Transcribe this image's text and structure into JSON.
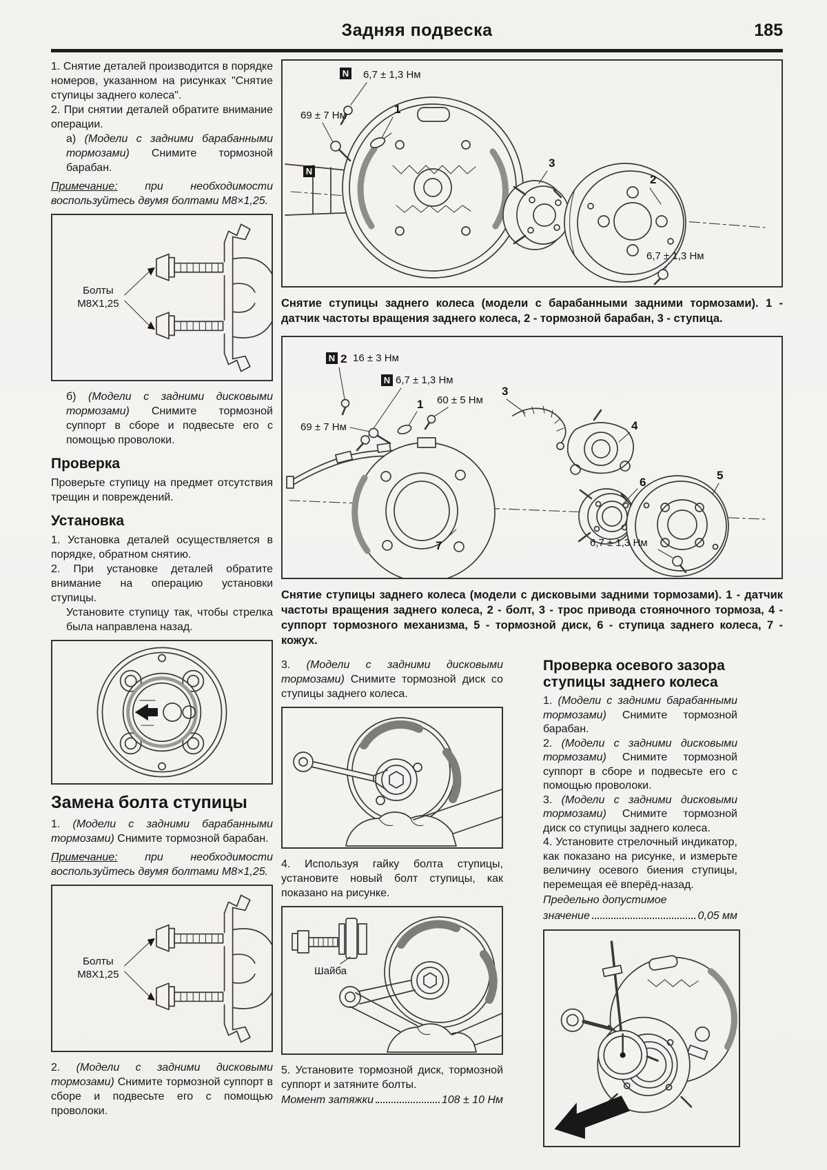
{
  "page": {
    "title": "Задняя подвеска",
    "number": "185"
  },
  "fig_bolts": {
    "line1": "Болты",
    "line2": "М8Х1,25"
  },
  "left": {
    "s1": "1. Снятие деталей производится в порядке номеров, указанном на рисунках \"Снятие ступицы заднего колеса\".",
    "s2": "2. При снятии деталей обратите внимание операции.",
    "s2a": {
      "pre": "а)",
      "it": "(Модели с задними барабанными тормозами)",
      "rest": "Снимите тормозной барабан."
    },
    "note": {
      "label": "Примечание:",
      "text": "при необходимости воспользуйтесь двумя болтами М8×1,25."
    },
    "s2b": {
      "pre": "б)",
      "it": "(Модели с задними дисковыми тормозами)",
      "rest": "Снимите тормозной суппорт в сборе и подвесьте его с помощью проволоки."
    },
    "check_h": "Проверка",
    "check_t": "Проверьте ступицу на предмет отсутствия трещин и повреждений.",
    "inst_h": "Установка",
    "inst_1": "1. Установка деталей осуществляется в порядке, обратном снятию.",
    "inst_2": "2. При установке деталей обратите внимание на операцию установки ступицы.",
    "inst_3": "Установите ступицу так, чтобы стрелка была направлена назад.",
    "repl_h": "Замена болта ступицы",
    "repl_1": {
      "pre": "1.",
      "it": "(Модели с задними барабанными тормозами)",
      "rest": "Снимите тормозной барабан."
    },
    "repl_2": {
      "pre": "2.",
      "it": "(Модели с задними дисковыми тормозами)",
      "rest": "Снимите тормозной суппорт в сборе и подвесьте его с помощью проволоки."
    }
  },
  "fig_drum": {
    "n": "N",
    "t_top": "6,7 ± 1,3 Нм",
    "t_left": "69 ± 7 Нм",
    "t_br": "6,7 ± 1,3 Нм",
    "c1": "1",
    "c2": "2",
    "c3": "3",
    "caption": "Снятие ступицы заднего колеса (модели с барабанными задними тормозами). 1 - датчик частоты вращения заднего колеса, 2 - тормозной барабан, 3 - ступица."
  },
  "fig_disc": {
    "n": "N",
    "t16": "16 ± 3 Нм",
    "t67a": "6,7 ± 1,3 Нм",
    "t60": "60 ± 5 Нм",
    "t69": "69 ± 7 Нм",
    "t67b": "6,7 ± 1,3 Нм",
    "c1": "1",
    "c2": "2",
    "c3": "3",
    "c4": "4",
    "c5": "5",
    "c6": "6",
    "c7": "7",
    "caption": "Снятие ступицы заднего колеса (модели с дисковыми задними тормозами). 1 - датчик частоты вращения заднего колеса, 2 - болт, 3 - трос привода стояночного тормоза, 4 - суппорт тормозного механизма, 5 - тормозной диск, 6 - ступица заднего колеса, 7 - кожух."
  },
  "mid": {
    "s3": {
      "pre": "3.",
      "it": "(Модели с задними дисковыми тормозами)",
      "rest": "Снимите тормозной диск со ступицы заднего колеса."
    },
    "s4": "4. Используя гайку болта ступицы, установите новый болт ступицы, как показано на рисунке.",
    "washer": "Шайба",
    "s5": "5. Установите тормозной диск, тормозной суппорт и затяните болты.",
    "torque_label": "Момент затяжки",
    "torque_value": "108 ± 10 Нм"
  },
  "right": {
    "h": "Проверка осевого зазора ступицы заднего колеса",
    "s1": {
      "pre": "1.",
      "it": "(Модели с задними барабанными тормозами)",
      "rest": "Снимите тормозной барабан."
    },
    "s2": {
      "pre": "2.",
      "it": "(Модели с задними дисковыми тормозами)",
      "rest": "Снимите тормозной суппорт в сборе и подвесьте его с помощью проволоки."
    },
    "s3": {
      "pre": "3.",
      "it": "(Модели с задними дисковыми тормозами)",
      "rest": "Снимите тормозной диск со ступицы заднего колеса."
    },
    "s4": "4. Установите стрелочный индикатор, как показано на рисунке, и измерьте величину осевого биения ступицы, перемещая её вперёд-назад.",
    "lim1": "Предельно допустимое",
    "lim_label": "значение",
    "lim_value": "0,05 мм"
  }
}
